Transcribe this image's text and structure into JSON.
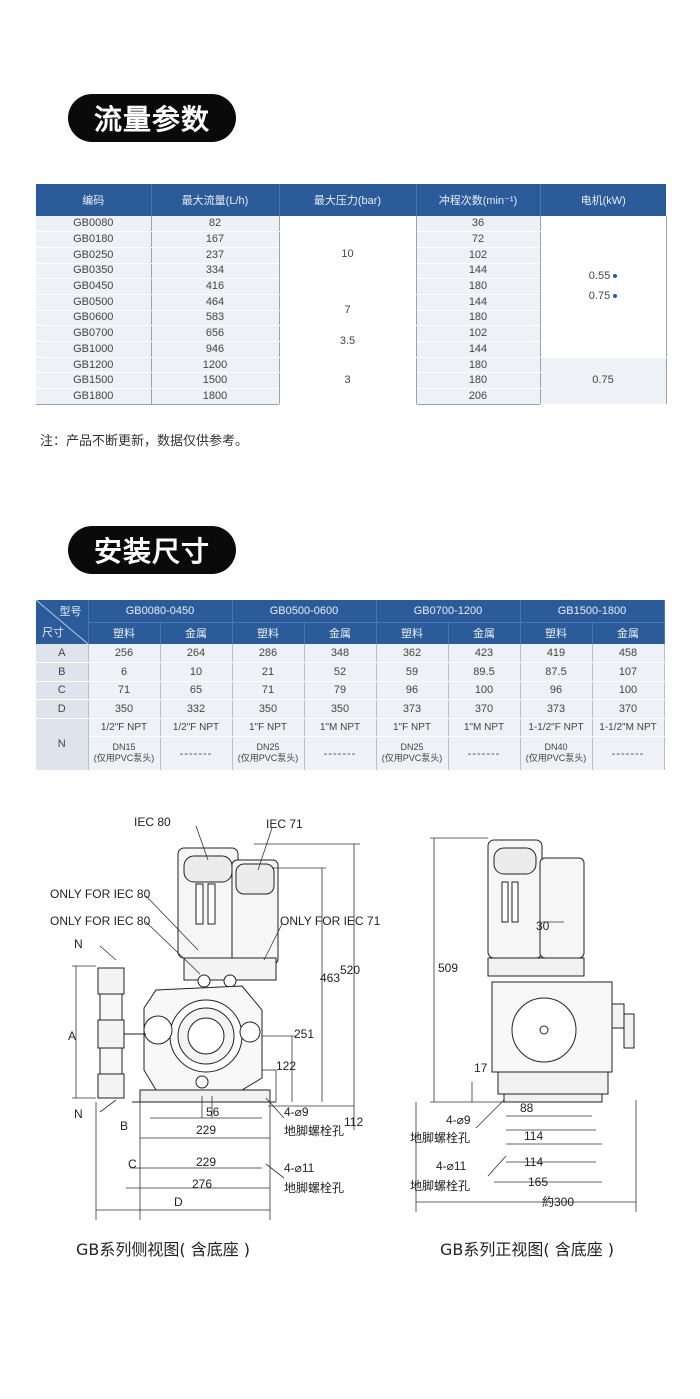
{
  "section1": {
    "title": "流量参数",
    "headers": [
      "编码",
      "最大流量(L/h)",
      "最大压力(bar)",
      "冲程次数(min⁻¹)",
      "电机(kW)"
    ],
    "rows": [
      {
        "code": "GB0080",
        "flow": "82",
        "strokes": "36"
      },
      {
        "code": "GB0180",
        "flow": "167",
        "strokes": "72"
      },
      {
        "code": "GB0250",
        "flow": "237",
        "strokes": "102"
      },
      {
        "code": "GB0350",
        "flow": "334",
        "strokes": "144"
      },
      {
        "code": "GB0450",
        "flow": "416",
        "strokes": "180"
      },
      {
        "code": "GB0500",
        "flow": "464",
        "strokes": "144"
      },
      {
        "code": "GB0600",
        "flow": "583",
        "strokes": "180"
      },
      {
        "code": "GB0700",
        "flow": "656",
        "strokes": "102"
      },
      {
        "code": "GB1000",
        "flow": "946",
        "strokes": "144"
      },
      {
        "code": "GB1200",
        "flow": "1200",
        "strokes": "180"
      },
      {
        "code": "GB1500",
        "flow": "1500",
        "strokes": "180"
      },
      {
        "code": "GB1800",
        "flow": "1800",
        "strokes": "206"
      }
    ],
    "pressure": [
      "10",
      "7",
      "3.5",
      "3"
    ],
    "motor": [
      "0.55",
      "0.75",
      "0.75"
    ],
    "note": "注：产品不断更新，数据仅供参考。"
  },
  "section2": {
    "title": "安装尺寸",
    "corner_top": "型号",
    "corner_bottom": "尺寸",
    "models": [
      "GB0080-0450",
      "GB0500-0600",
      "GB0700-1200",
      "GB1500-1800"
    ],
    "materials": [
      "塑料",
      "金属",
      "塑料",
      "金属",
      "塑料",
      "金属",
      "塑料",
      "金属"
    ],
    "rows": [
      {
        "label": "A",
        "values": [
          "256",
          "264",
          "286",
          "348",
          "362",
          "423",
          "419",
          "458"
        ]
      },
      {
        "label": "B",
        "values": [
          "6",
          "10",
          "21",
          "52",
          "59",
          "89.5",
          "87.5",
          "107"
        ]
      },
      {
        "label": "C",
        "values": [
          "71",
          "65",
          "71",
          "79",
          "96",
          "100",
          "96",
          "100"
        ]
      },
      {
        "label": "D",
        "values": [
          "350",
          "332",
          "350",
          "350",
          "373",
          "370",
          "373",
          "370"
        ]
      }
    ],
    "n_label": "N",
    "n_npt": [
      "1/2\"F NPT",
      "1/2\"F NPT",
      "1\"F NPT",
      "1\"M NPT",
      "1\"F NPT",
      "1\"M NPT",
      "1-1/2\"F NPT",
      "1-1/2\"M NPT"
    ],
    "n_dn": [
      "DN15",
      "DN25",
      "DN25",
      "DN40"
    ],
    "n_dn_note": "(仅用PVC泵头)",
    "n_dash": "-------"
  },
  "drawing": {
    "labels": {
      "iec80": "IEC 80",
      "iec71": "IEC 71",
      "only80a": "ONLY FOR IEC 80",
      "only80b": "ONLY FOR IEC 80",
      "only71": "ONLY FOR IEC 71",
      "n": "N",
      "a": "A",
      "b": "B",
      "c": "C",
      "d": "D",
      "d463": "463",
      "d520": "520",
      "d251": "251",
      "d122": "122",
      "d56": "56",
      "d229a": "229",
      "d229b": "229",
      "d276": "276",
      "d112": "112",
      "h4phi9": "4-⌀9",
      "h4phi11": "4-⌀11",
      "bolt1": "地脚螺栓孔",
      "bolt2": "地脚螺栓孔",
      "f509": "509",
      "f30": "30",
      "f17": "17",
      "f88": "88",
      "f114a": "114",
      "f114b": "114",
      "f165": "165",
      "f300": "約300",
      "f4phi9": "4-⌀9",
      "f4phi11": "4-⌀11",
      "fbolt1": "地脚螺栓孔",
      "fbolt2": "地脚螺栓孔"
    },
    "caption_side": "GB系列侧视图( 含底座 )",
    "caption_front": "GB系列正视图( 含底座 )"
  }
}
